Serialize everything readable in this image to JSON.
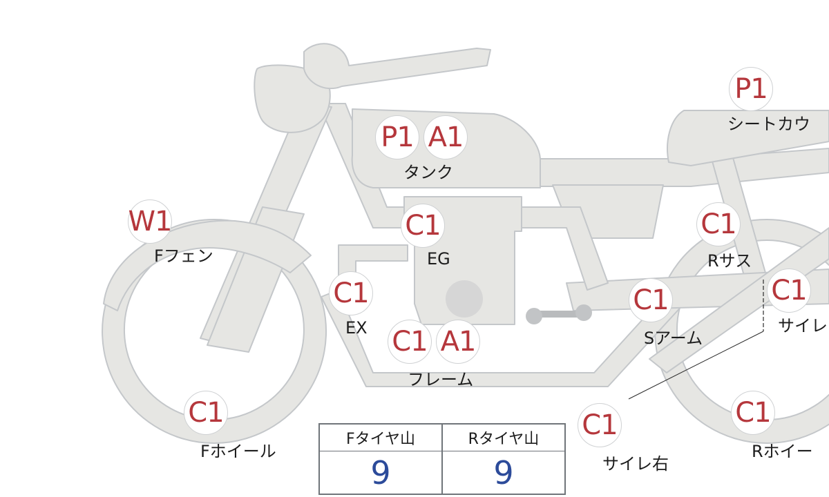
{
  "parts": [
    {
      "id": "tank",
      "grades": [
        "P1",
        "A1"
      ],
      "label": "タンク"
    },
    {
      "id": "f-fender",
      "grades": [
        "W1"
      ],
      "label": "Fフェン"
    },
    {
      "id": "engine",
      "grades": [
        "C1"
      ],
      "label": "EG"
    },
    {
      "id": "exhaust",
      "grades": [
        "C1"
      ],
      "label": "EX"
    },
    {
      "id": "frame",
      "grades": [
        "C1",
        "A1"
      ],
      "label": "フレーム"
    },
    {
      "id": "f-wheel",
      "grades": [
        "C1"
      ],
      "label": "Fホイール"
    },
    {
      "id": "seat-cowl",
      "grades": [
        "P1"
      ],
      "label": "シートカウ"
    },
    {
      "id": "r-suspension",
      "grades": [
        "C1"
      ],
      "label": "Rサス"
    },
    {
      "id": "swing-arm",
      "grades": [
        "C1"
      ],
      "label": "Sアーム"
    },
    {
      "id": "silencer-left",
      "grades": [
        "C1"
      ],
      "label": "サイレ"
    },
    {
      "id": "silencer-right",
      "grades": [
        "C1"
      ],
      "label": "サイレ右"
    },
    {
      "id": "r-wheel",
      "grades": [
        "C1"
      ],
      "label": "Rホイー"
    }
  ],
  "tread_table": {
    "headers": [
      "Fタイヤ山",
      "Rタイヤ山"
    ],
    "values": [
      "9",
      "9"
    ]
  },
  "colors": {
    "body_fill": "#e6e6e3",
    "outline": "#c4c7ca",
    "grade_text": "#b5373c",
    "tread_value": "#2c4b9a"
  }
}
